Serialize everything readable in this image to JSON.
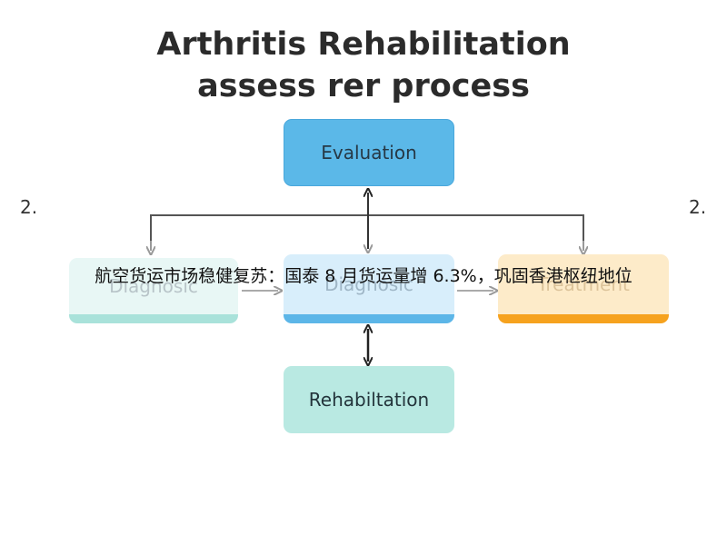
{
  "title": {
    "line1": "Arthritis Rehabilitation",
    "line2": "assess rer process"
  },
  "step_numbers": {
    "left": "2.",
    "right": "2."
  },
  "nodes": {
    "evaluation": "Evaluation",
    "diagnosic_left": "Diagnosic",
    "diagnosic_center": "Diagnosic",
    "treatment": "Treatment",
    "rehabilitation": "Rehabiltation"
  },
  "overlay_caption": "航空货运市场稳健复苏：国泰 8 月货运量增 6.3%，巩固香港枢纽地位",
  "colors": {
    "evaluation": "#5bb8e8",
    "diagnosic_left": "#a9e2da",
    "diagnosic_center": "#5cb6e8",
    "treatment": "#f6a21e",
    "rehabilitation": "#b9e9e2"
  }
}
